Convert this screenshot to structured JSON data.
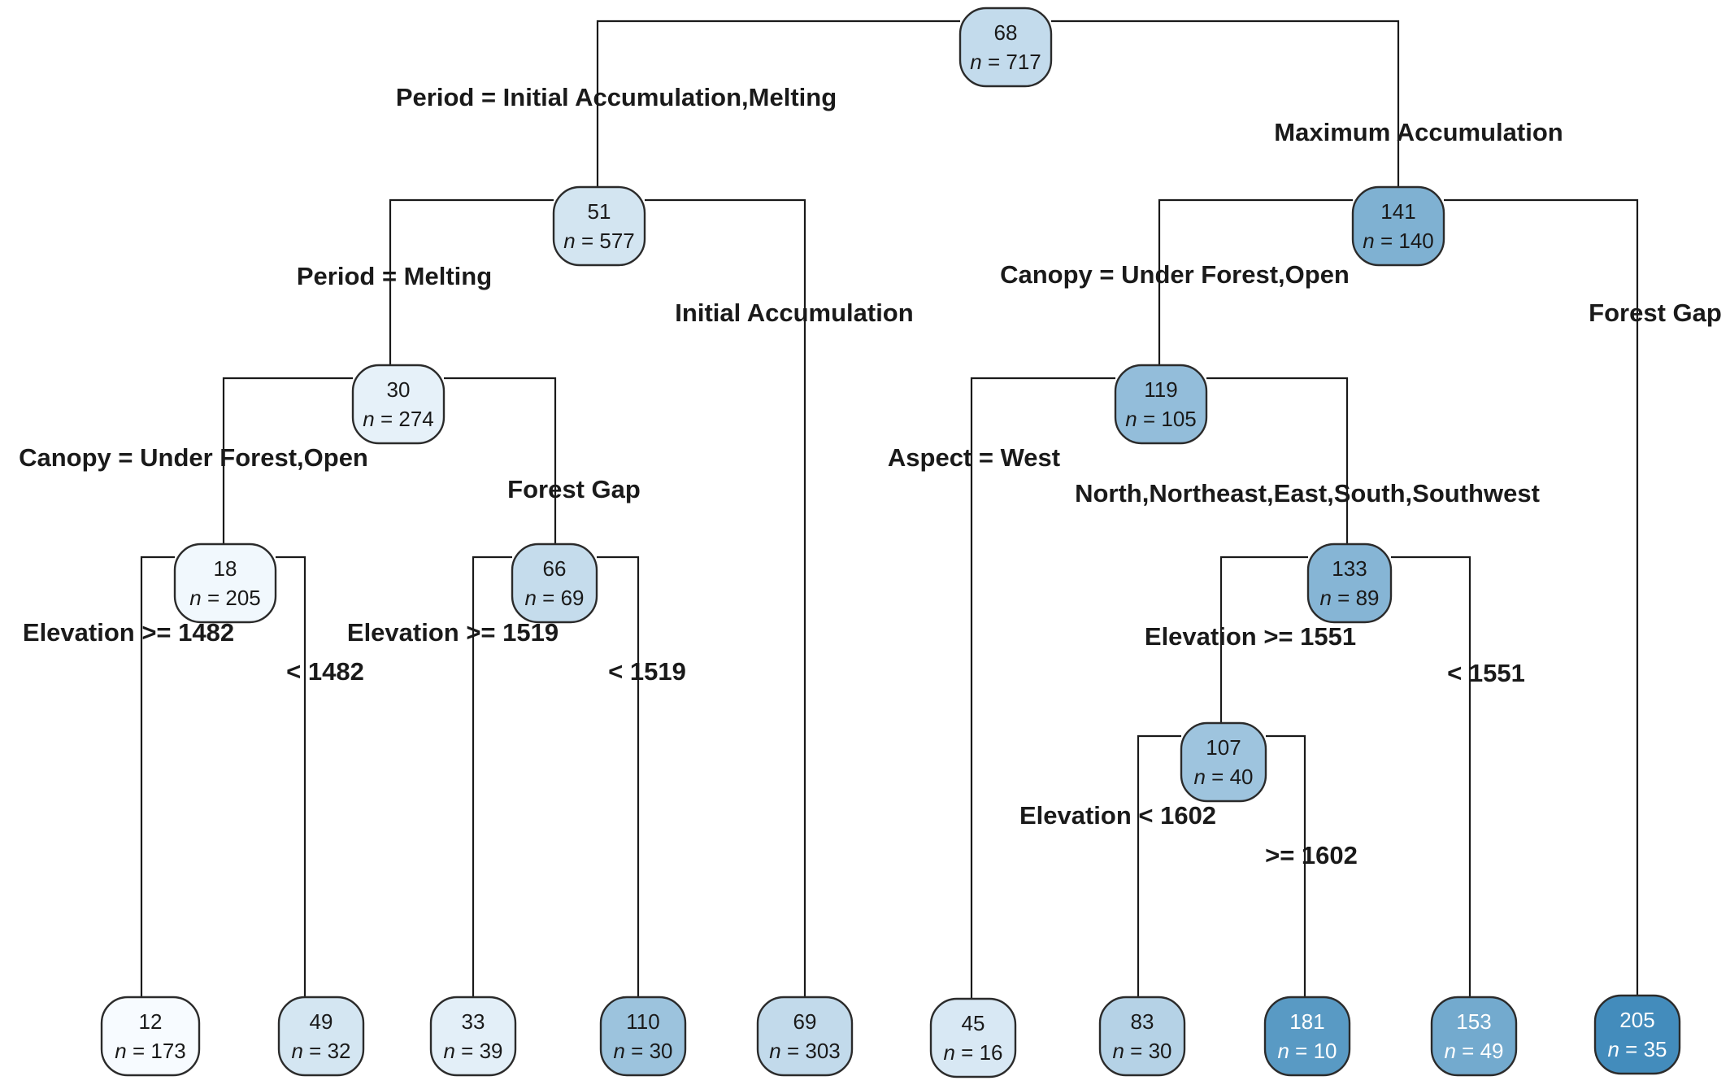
{
  "diagram": {
    "type": "regression-tree",
    "nodes": [
      {
        "id": "root",
        "value": "68",
        "n": "717"
      },
      {
        "id": "n51",
        "value": "51",
        "n": "577"
      },
      {
        "id": "n141",
        "value": "141",
        "n": "140"
      },
      {
        "id": "n30",
        "value": "30",
        "n": "274"
      },
      {
        "id": "n119",
        "value": "119",
        "n": "105"
      },
      {
        "id": "n18",
        "value": "18",
        "n": "205"
      },
      {
        "id": "n66",
        "value": "66",
        "n": "69"
      },
      {
        "id": "n133",
        "value": "133",
        "n": "89"
      },
      {
        "id": "n107",
        "value": "107",
        "n": "40"
      },
      {
        "id": "leaf12",
        "value": "12",
        "n": "173"
      },
      {
        "id": "leaf49",
        "value": "49",
        "n": "32"
      },
      {
        "id": "leaf33",
        "value": "33",
        "n": "39"
      },
      {
        "id": "leaf110",
        "value": "110",
        "n": "30"
      },
      {
        "id": "leaf69",
        "value": "69",
        "n": "303"
      },
      {
        "id": "leaf45",
        "value": "45",
        "n": "16"
      },
      {
        "id": "leaf83",
        "value": "83",
        "n": "30"
      },
      {
        "id": "leaf181",
        "value": "181",
        "n": "10"
      },
      {
        "id": "leaf153",
        "value": "153",
        "n": "49"
      },
      {
        "id": "leaf205",
        "value": "205",
        "n": "35"
      }
    ],
    "edges": [
      {
        "from": "root",
        "to": "n51",
        "label": "Period = Initial Accumulation,Melting"
      },
      {
        "from": "root",
        "to": "n141",
        "label": "Maximum Accumulation"
      },
      {
        "from": "n51",
        "to": "n30",
        "label": "Period = Melting"
      },
      {
        "from": "n51",
        "to": "leaf69",
        "label": "Initial Accumulation"
      },
      {
        "from": "n141",
        "to": "n119",
        "label": "Canopy = Under Forest,Open"
      },
      {
        "from": "n141",
        "to": "leaf205",
        "label": "Forest Gap"
      },
      {
        "from": "n30",
        "to": "n18",
        "label": "Canopy = Under Forest,Open"
      },
      {
        "from": "n30",
        "to": "n66",
        "label": "Forest Gap"
      },
      {
        "from": "n18",
        "to": "leaf12",
        "label": "Elevation >= 1482"
      },
      {
        "from": "n18",
        "to": "leaf49",
        "label": "< 1482"
      },
      {
        "from": "n66",
        "to": "leaf33",
        "label": "Elevation >= 1519"
      },
      {
        "from": "n66",
        "to": "leaf110",
        "label": "< 1519"
      },
      {
        "from": "n119",
        "to": "leaf45",
        "label": "Aspect = West"
      },
      {
        "from": "n119",
        "to": "n133",
        "label": "North,Northeast,East,South,Southwest"
      },
      {
        "from": "n133",
        "to": "n107",
        "label": "Elevation >= 1551"
      },
      {
        "from": "n133",
        "to": "leaf153",
        "label": "< 1551"
      },
      {
        "from": "n107",
        "to": "leaf83",
        "label": "Elevation < 1602"
      },
      {
        "from": "n107",
        "to": "leaf181",
        "label": ">= 1602"
      }
    ],
    "n_prefix": "n",
    "n_separator": " = "
  }
}
